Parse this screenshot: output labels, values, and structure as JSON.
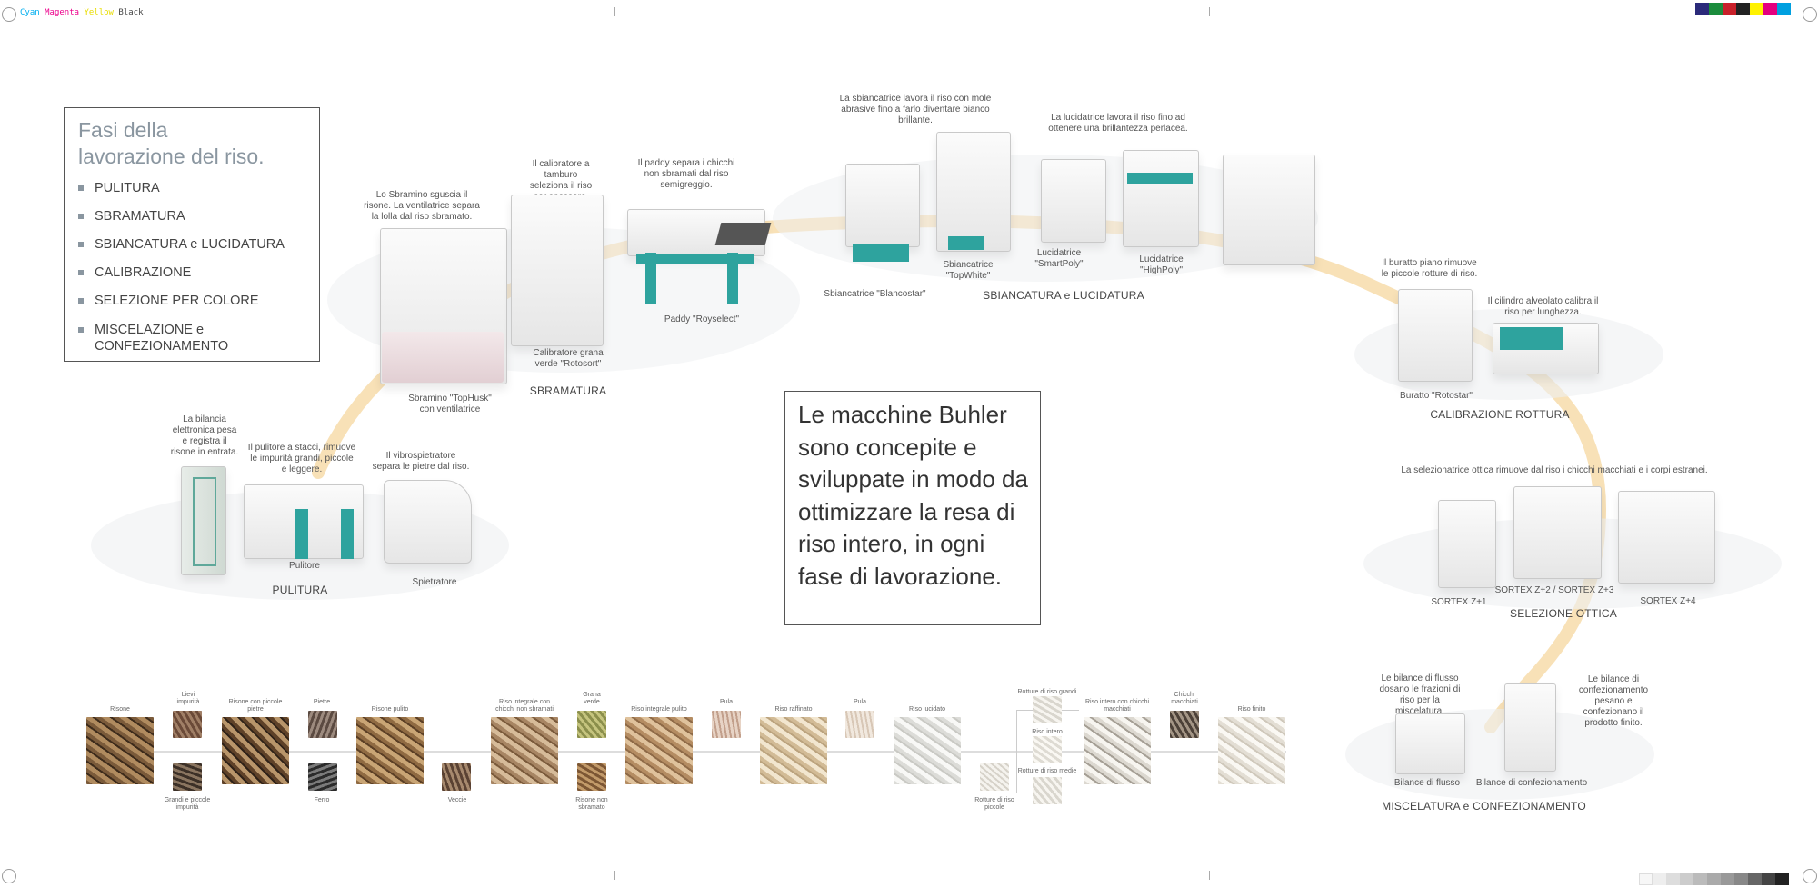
{
  "print_marks": {
    "color_bar_text": [
      "Cyan",
      "Magenta",
      "Yellow",
      "Black"
    ],
    "color_bar_colors": [
      "#00aeef",
      "#ec008c",
      "#fff200",
      "#444444"
    ],
    "swatches": [
      "#2b2a7a",
      "#1b8c3c",
      "#c8202a",
      "#222222",
      "#fff200",
      "#e4007f",
      "#00a0e0"
    ]
  },
  "legend": {
    "title_line1": "Fasi della",
    "title_line2": "lavorazione del riso.",
    "items": [
      {
        "line1": "PULITURA"
      },
      {
        "line1": "SBRAMATURA"
      },
      {
        "line1": "SBIANCATURA e LUCIDATURA"
      },
      {
        "line1": "CALIBRAZIONE"
      },
      {
        "line1": "SELEZIONE PER COLORE"
      },
      {
        "line1": "MISCELAZIONE e",
        "line2": "CONFEZIONAMENTO"
      }
    ]
  },
  "quote": "Le macchine Buhler sono concepite e sviluppate in modo da ottimizzare la resa di riso intero, in ogni fase di lavorazione.",
  "stages": {
    "pulitura": "PULITURA",
    "sbramatura": "SBRAMATURA",
    "sbiancatura": "SBIANCATURA e LUCIDATURA",
    "calibrazione": "CALIBRAZIONE ROTTURA",
    "selezione": "SELEZIONE OTTICA",
    "miscelatura": "MISCELATURA e CONFEZIONAMENTO"
  },
  "descriptions": {
    "bilancia": "La bilancia elettronica pesa e registra il risone in entrata.",
    "pulitore": "Il pulitore a stacci, rimuove le impurità grandi, piccole e leggere.",
    "vibro": "Il vibrospietratore separa le pietre dal riso.",
    "sbramino": "Lo Sbramino sguscia il risone. La ventilatrice separa la lolla dal riso sbramato.",
    "calibratore": "Il calibratore a tamburo seleziona il riso per spessore.",
    "paddy": "Il paddy separa i chicchi non sbramati dal riso semigreggio.",
    "sbiancatrice": "La sbiancatrice lavora il riso con mole abrasive fino a farlo diventare bianco brillante.",
    "lucidatrice": "La lucidatrice lavora il riso fino ad ottenere una brillantezza perlacea.",
    "buratto": "Il buratto piano rimuove le piccole rotture di riso.",
    "cilindro": "Il cilindro alveolato calibra il riso per lunghezza.",
    "selezionatrice": "La selezionatrice ottica rimuove dal riso i chicchi macchiati e i corpi estranei.",
    "bilance_flusso": "Le bilance di flusso dosano le frazioni di riso per la miscelatura.",
    "bilance_conf": "Le bilance di confezionamento pesano e confezionano il prodotto finito."
  },
  "machines": {
    "pulitore": "Pulitore",
    "spietratore": "Spietratore",
    "sbramino": "Sbramino \"TopHusk\" con ventilatrice",
    "calibratore": "Calibratore grana verde \"Rotosort\"",
    "paddy": "Paddy \"Royselect\"",
    "blancostar": "Sbiancatrice \"Blancostar\"",
    "topwhite": "Sbiancatrice \"TopWhite\"",
    "smartpoly": "Lucidatrice \"SmartPoly\"",
    "highpoly": "Lucidatrice \"HighPoly\"",
    "rotostar": "Buratto \"Rotostar\"",
    "sortex1": "SORTEX Z+1",
    "sortex2": "SORTEX Z+2 / SORTEX Z+3",
    "sortex4": "SORTEX Z+4",
    "flusso": "Bilance di flusso",
    "confezionamento": "Bilance di confezionamento"
  },
  "samples": {
    "risone": "Risone",
    "lievi": "Lievi impurità",
    "grandi": "Grandi e piccole impurità",
    "risone_pietre": "Risone con piccole pietre",
    "pietre": "Pietre",
    "ferro": "Ferro",
    "risone_pulito": "Risone pulito",
    "veccie": "Veccie",
    "integrale_non_sbramati": "Riso integrale con chicchi non sbramati",
    "grana_verde": "Grana verde",
    "risone_non_sbramato": "Risone non sbramato",
    "integrale_pulito": "Riso integrale pulito",
    "pula1": "Pula",
    "raffinato": "Riso raffinato",
    "pula2": "Pula",
    "lucidato": "Riso lucidato",
    "rotture_piccole": "Rotture di riso piccole",
    "rotture_grandi": "Rotture di riso grandi",
    "riso_intero": "Riso intero",
    "rotture_medie": "Rotture di riso medie",
    "intero_macchiati": "Riso intero con chicchi macchiati",
    "chicchi_macchiati": "Chicchi macchiati",
    "finito": "Riso finito"
  },
  "colors": {
    "accent_grey": "#8a96a0",
    "flow_path": "#f7dcaa",
    "machine_teal": "#2ea39e"
  }
}
